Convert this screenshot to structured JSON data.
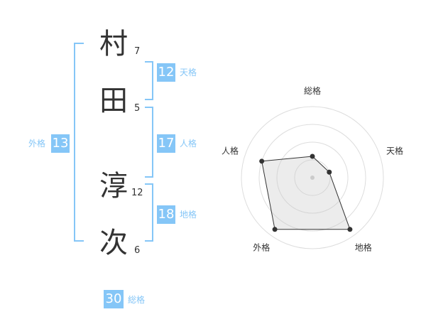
{
  "name": {
    "chars": [
      {
        "char": "村",
        "strokes": "7"
      },
      {
        "char": "田",
        "strokes": "5"
      },
      {
        "char": "淳",
        "strokes": "12"
      },
      {
        "char": "次",
        "strokes": "6"
      }
    ]
  },
  "fortunes": {
    "tenkaku": {
      "value": "12",
      "label": "天格"
    },
    "jinkaku": {
      "value": "17",
      "label": "人格"
    },
    "chikaku": {
      "value": "18",
      "label": "地格"
    },
    "gaikaku": {
      "value": "13",
      "label": "外格"
    },
    "soukaku": {
      "value": "30",
      "label": "総格"
    }
  },
  "colors": {
    "accent": "#85c6f7",
    "text": "#333333",
    "grid": "#dddddd"
  },
  "chart_data": {
    "type": "radar",
    "axes": [
      "総格",
      "天格",
      "地格",
      "外格",
      "人格"
    ],
    "values": [
      0.3,
      0.25,
      0.9,
      0.9,
      0.75
    ],
    "range": [
      0,
      1
    ],
    "grid_rings": 4
  }
}
